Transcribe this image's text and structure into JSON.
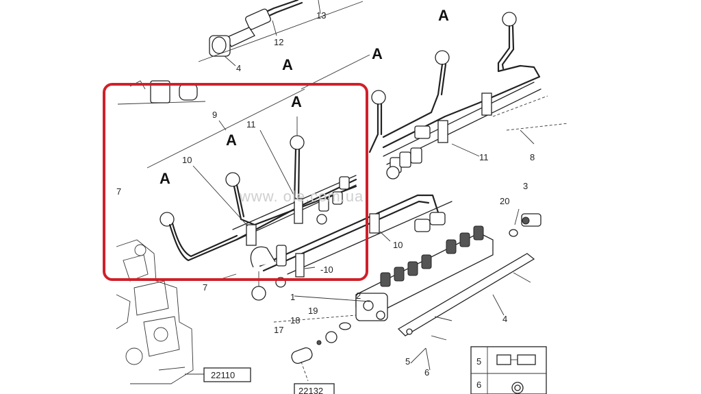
{
  "callouts": {
    "c13": "13",
    "c12": "12",
    "c4a": "4",
    "c9": "9",
    "c11a": "11",
    "c10a": "10",
    "c7a": "7",
    "c7b": "7",
    "c10b": "10",
    "c10c": "-10",
    "c11b": "11",
    "c8": "8",
    "c20": "20",
    "c3": "3",
    "c2": "2",
    "c1": "1",
    "c18": "18",
    "c19": "19",
    "c17": "17",
    "c4b": "4",
    "c5": "5",
    "c6": "6"
  },
  "view_marks": {
    "a1": "A",
    "a2": "A",
    "a3": "A",
    "a4": "A",
    "a5": "A",
    "a6": "A"
  },
  "references": {
    "ref1": "22110",
    "ref2": "22132"
  },
  "legend": {
    "row1": "5",
    "row2": "6"
  },
  "watermark": "www.            ole.com.ua",
  "colors": {
    "highlight": "#d0202a",
    "line": "#222222"
  }
}
